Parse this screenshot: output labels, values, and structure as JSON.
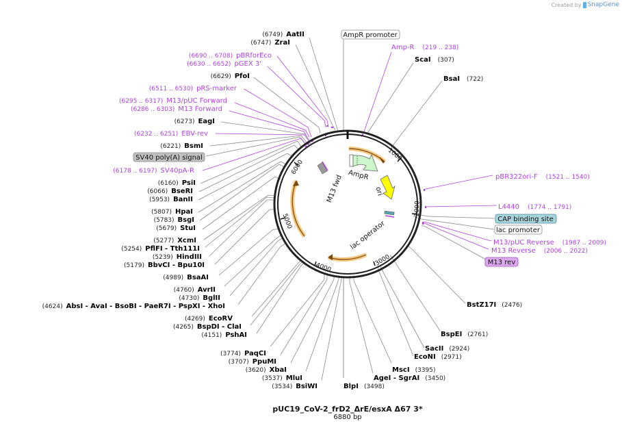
{
  "credit": {
    "prefix": "Created by",
    "brand": "SnapGene"
  },
  "plasmid": {
    "name": "pUC19_CoV-2_frD2_ΔrE/esxA Δ67 3*",
    "length": "6880 bp"
  },
  "colors": {
    "enzyme": "#000000",
    "primer": "#b040e0",
    "feature_line": "#888888",
    "amp_fill": "#ccf7cc",
    "ori_fill": "#ffff00",
    "orf": "#f5c77e",
    "cap_box": "#a8d4dc",
    "sv40_box": "#c0c0c0",
    "m13rev_box": "#dca8f0"
  },
  "ticks": [
    "1000",
    "2000",
    "3000",
    "4000",
    "5000",
    "6000"
  ],
  "inner_labels": {
    "ampr": "AmpR",
    "ori": "ori",
    "lac_operator": "lac operator",
    "m13_fwd": "M13 fwd"
  },
  "left_labels": [
    {
      "pos": "(6749)",
      "name": "AatII",
      "type": "enzyme"
    },
    {
      "pos": "(6747)",
      "name": "ZraI",
      "type": "enzyme"
    },
    {
      "pos": "(6690 .. 6708)",
      "name": "pBRforEco",
      "type": "primer"
    },
    {
      "pos": "(6630 .. 6652)",
      "name": "pGEX 3'",
      "type": "primer"
    },
    {
      "pos": "(6629)",
      "name": "PfoI",
      "type": "enzyme"
    },
    {
      "pos": "(6511 .. 6530)",
      "name": "pRS-marker",
      "type": "primer"
    },
    {
      "pos": "(6295 .. 6317)",
      "name": "M13/pUC Forward",
      "type": "primer"
    },
    {
      "pos": "(6286 .. 6303)",
      "name": "M13 Forward",
      "type": "primer"
    },
    {
      "pos": "(6273)",
      "name": "EagI",
      "type": "enzyme"
    },
    {
      "pos": "(6232 .. 6251)",
      "name": "EBV-rev",
      "type": "primer"
    },
    {
      "pos": "(6221)",
      "name": "BsmI",
      "type": "enzyme"
    },
    {
      "pos": "",
      "name": "SV40 poly(A) signal",
      "type": "feature"
    },
    {
      "pos": "(6178 .. 6197)",
      "name": "SV40pA-R",
      "type": "primer"
    },
    {
      "pos": "(6160)",
      "name": "PsiI",
      "type": "enzyme"
    },
    {
      "pos": "(6066)",
      "name": "BseRI",
      "type": "enzyme"
    },
    {
      "pos": "(5953)",
      "name": "BanII",
      "type": "enzyme"
    },
    {
      "pos": "(5807)",
      "name": "HpaI",
      "type": "enzyme"
    },
    {
      "pos": "(5783)",
      "name": "BsgI",
      "type": "enzyme"
    },
    {
      "pos": "(5679)",
      "name": "StuI",
      "type": "enzyme"
    },
    {
      "pos": "(5277)",
      "name": "XcmI",
      "type": "enzyme"
    },
    {
      "pos": "(5254)",
      "name": "PflFI  - Tth111I",
      "type": "enzyme"
    },
    {
      "pos": "(5239)",
      "name": "HindIII",
      "type": "enzyme"
    },
    {
      "pos": "(5179)",
      "name": "BbvCI  - Bpu10I",
      "type": "enzyme"
    },
    {
      "pos": "(4989)",
      "name": "BsaAI",
      "type": "enzyme"
    },
    {
      "pos": "(4760)",
      "name": "AvrII",
      "type": "enzyme"
    },
    {
      "pos": "(4730)",
      "name": "BglII",
      "type": "enzyme"
    },
    {
      "pos": "(4624)",
      "name": "AbsI  - AvaI  - BsoBI  - PaeR7I  - PspXI  - XhoI",
      "type": "enzyme"
    },
    {
      "pos": "(4269)",
      "name": "EcoRV",
      "type": "enzyme"
    },
    {
      "pos": "(4265)",
      "name": "BspDI  - ClaI",
      "type": "enzyme"
    },
    {
      "pos": "(4151)",
      "name": "PshAI",
      "type": "enzyme"
    }
  ],
  "bottom_labels": [
    {
      "pos": "(3774)",
      "name": "PaqCI"
    },
    {
      "pos": "(3707)",
      "name": "PpuMI"
    },
    {
      "pos": "(3620)",
      "name": "XbaI"
    },
    {
      "pos": "(3537)",
      "name": "MluI"
    },
    {
      "pos": "(3534)",
      "name": "BsiWI"
    },
    {
      "pos": "(3498)",
      "name": "BlpI"
    },
    {
      "pos": "(3450)",
      "name": "AgeI  - SgrAI"
    },
    {
      "pos": "(3395)",
      "name": "MscI"
    },
    {
      "pos": "(2971)",
      "name": "EcoNI"
    },
    {
      "pos": "(2924)",
      "name": "SacII"
    },
    {
      "pos": "(2761)",
      "name": "BspEI"
    },
    {
      "pos": "(2476)",
      "name": "BstZ17I"
    }
  ],
  "right_labels": [
    {
      "pos": "",
      "name": "AmpR promoter",
      "type": "feature"
    },
    {
      "pos": "(219 .. 238)",
      "name": "Amp-R",
      "type": "primer"
    },
    {
      "pos": "(307)",
      "name": "ScaI",
      "type": "enzyme"
    },
    {
      "pos": "(722)",
      "name": "BsaI",
      "type": "enzyme"
    },
    {
      "pos": "(1521 .. 1540)",
      "name": "pBR322ori-F",
      "type": "primer"
    },
    {
      "pos": "(1774 .. 1791)",
      "name": "L4440",
      "type": "primer"
    },
    {
      "pos": "",
      "name": "CAP binding site",
      "type": "feature"
    },
    {
      "pos": "",
      "name": "lac promoter",
      "type": "feature"
    },
    {
      "pos": "(1987 .. 2009)",
      "name": "M13/pUC Reverse",
      "type": "primer"
    },
    {
      "pos": "(2006 .. 2022)",
      "name": "M13 Reverse",
      "type": "primer"
    },
    {
      "pos": "",
      "name": "M13 rev",
      "type": "feature"
    }
  ]
}
